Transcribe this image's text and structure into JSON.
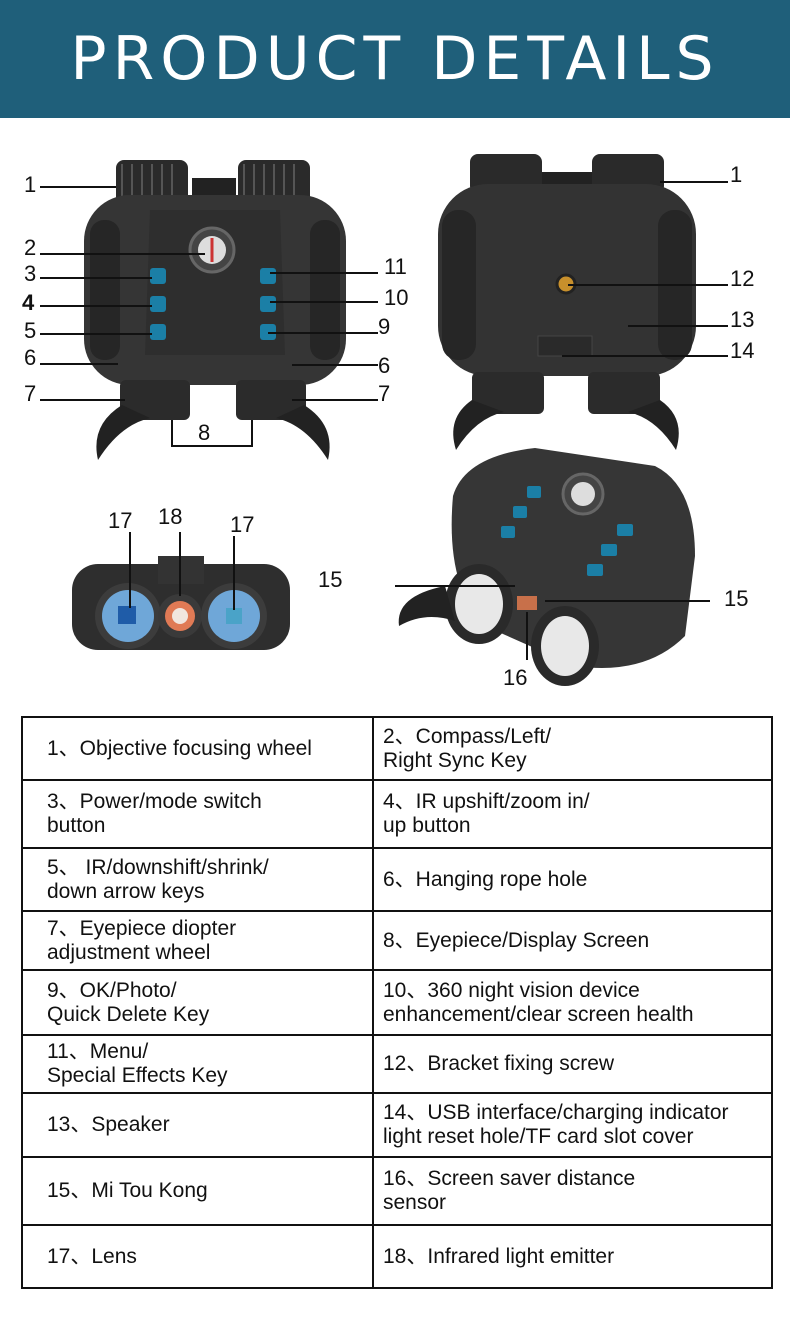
{
  "header": {
    "title": "PRODUCT DETAILS"
  },
  "callouts": {
    "c1a": "1",
    "c2": "2",
    "c3": "3",
    "c4": "4",
    "c5": "5",
    "c6a": "6",
    "c7a": "7",
    "c11": "11",
    "c10": "10",
    "c9": "9",
    "c6b": "6",
    "c7b": "7",
    "c8": "8",
    "c1b": "1",
    "c12": "12",
    "c13": "13",
    "c14": "14",
    "c17a": "17",
    "c18": "18",
    "c17b": "17",
    "c15a": "15",
    "c15b": "15",
    "c16": "16"
  },
  "specs": [
    {
      "left": "1、Objective focusing wheel",
      "right": "2、Compass/Left/\nRight Sync Key"
    },
    {
      "left": "3、Power/mode switch\nbutton",
      "right": "4、IR upshift/zoom in/\nup button"
    },
    {
      "left": "5、 IR/downshift/shrink/\ndown arrow keys",
      "right": "6、Hanging rope hole"
    },
    {
      "left": "7、Eyepiece diopter\nadjustment wheel",
      "right": "8、Eyepiece/Display Screen"
    },
    {
      "left": "9、OK/Photo/\nQuick Delete Key",
      "right": "10、360 night vision device\nenhancement/clear screen health"
    },
    {
      "left": "11、Menu/\nSpecial Effects Key",
      "right": "12、Bracket fixing screw"
    },
    {
      "left": "13、Speaker",
      "right": "14、USB interface/charging  indicator\nlight reset hole/TF card slot cover"
    },
    {
      "left": "15、Mi Tou Kong",
      "right": "16、Screen saver distance\nsensor"
    },
    {
      "left": "17、Lens",
      "right": "18、Infrared light emitter"
    }
  ]
}
